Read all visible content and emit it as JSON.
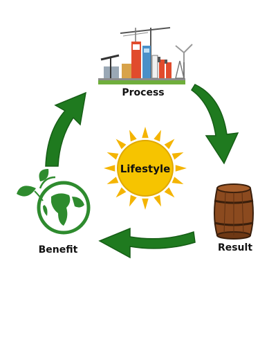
{
  "center": {
    "label": "Lifestyle"
  },
  "nodes": [
    {
      "label": "Process",
      "icon": "factory-icon"
    },
    {
      "label": "Result",
      "icon": "barrel-icon"
    },
    {
      "label": "Benefit",
      "icon": "globe-leaves-icon"
    }
  ],
  "colors": {
    "arrow": "#1f7a1f",
    "arrow_dark": "#165d16",
    "sun": "#f6c400",
    "sun_rays": "#f4b400",
    "barrel": "#8b4a1f",
    "globe": "#2e8b2e"
  }
}
